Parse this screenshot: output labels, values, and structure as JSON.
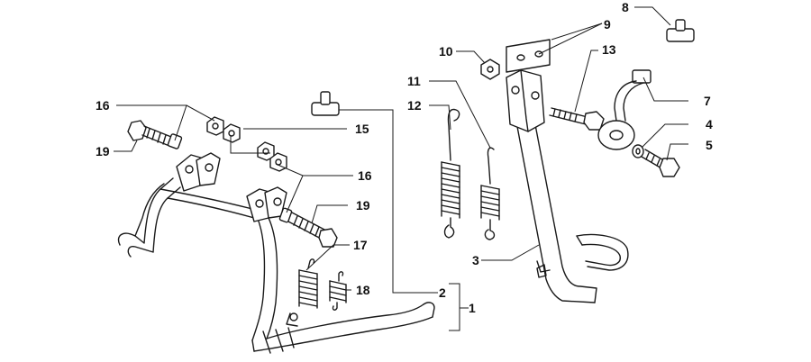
{
  "callouts": {
    "c1": "1",
    "c2": "2",
    "c3": "3",
    "c4": "4",
    "c5": "5",
    "c7": "7",
    "c8": "8",
    "c9": "9",
    "c10": "10",
    "c11": "11",
    "c12": "12",
    "c13": "13",
    "c15": "15",
    "c16a": "16",
    "c16b": "16",
    "c17": "17",
    "c18": "18",
    "c19a": "19",
    "c19b": "19"
  },
  "colors": {
    "line": "#1a1a1a",
    "background": "#ffffff"
  }
}
